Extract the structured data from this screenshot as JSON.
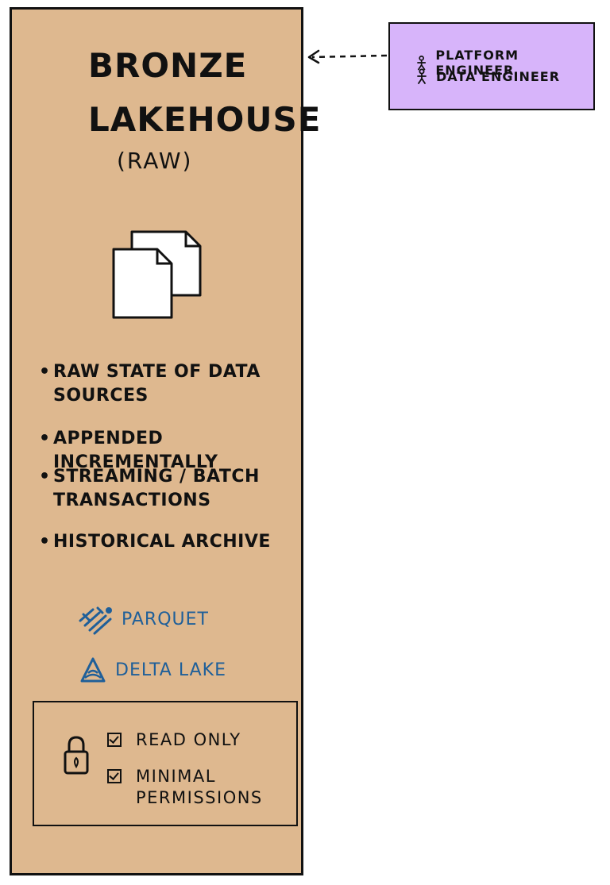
{
  "layer": {
    "title_line1": "BRONZE",
    "title_line2": "LAKEHOUSE",
    "subtitle": "(RAW)",
    "panel_color": "#deb88f",
    "documents_icon": "documents-icon",
    "characteristics": [
      "RAW STATE OF DATA SOURCES",
      "APPENDED INCREMENTALLY",
      "STREAMING / BATCH TRANSACTIONS",
      "HISTORICAL ARCHIVE"
    ]
  },
  "formats": [
    {
      "label": "PARQUET",
      "icon": "parquet-icon"
    },
    {
      "label": "DELTA LAKE",
      "icon": "delta-lake-icon"
    }
  ],
  "format_color": "#1f5f99",
  "security": {
    "icon": "lock-icon",
    "items": [
      {
        "label": "READ ONLY",
        "checked": true
      },
      {
        "label": "MINIMAL PERMISSIONS",
        "checked": true
      }
    ]
  },
  "roles": {
    "box_color": "#d7b4fa",
    "items": [
      {
        "label": "PLATFORM ENGINEER",
        "icon": "person-icon"
      },
      {
        "label": "DATA ENGINEER",
        "icon": "person-icon"
      }
    ]
  }
}
